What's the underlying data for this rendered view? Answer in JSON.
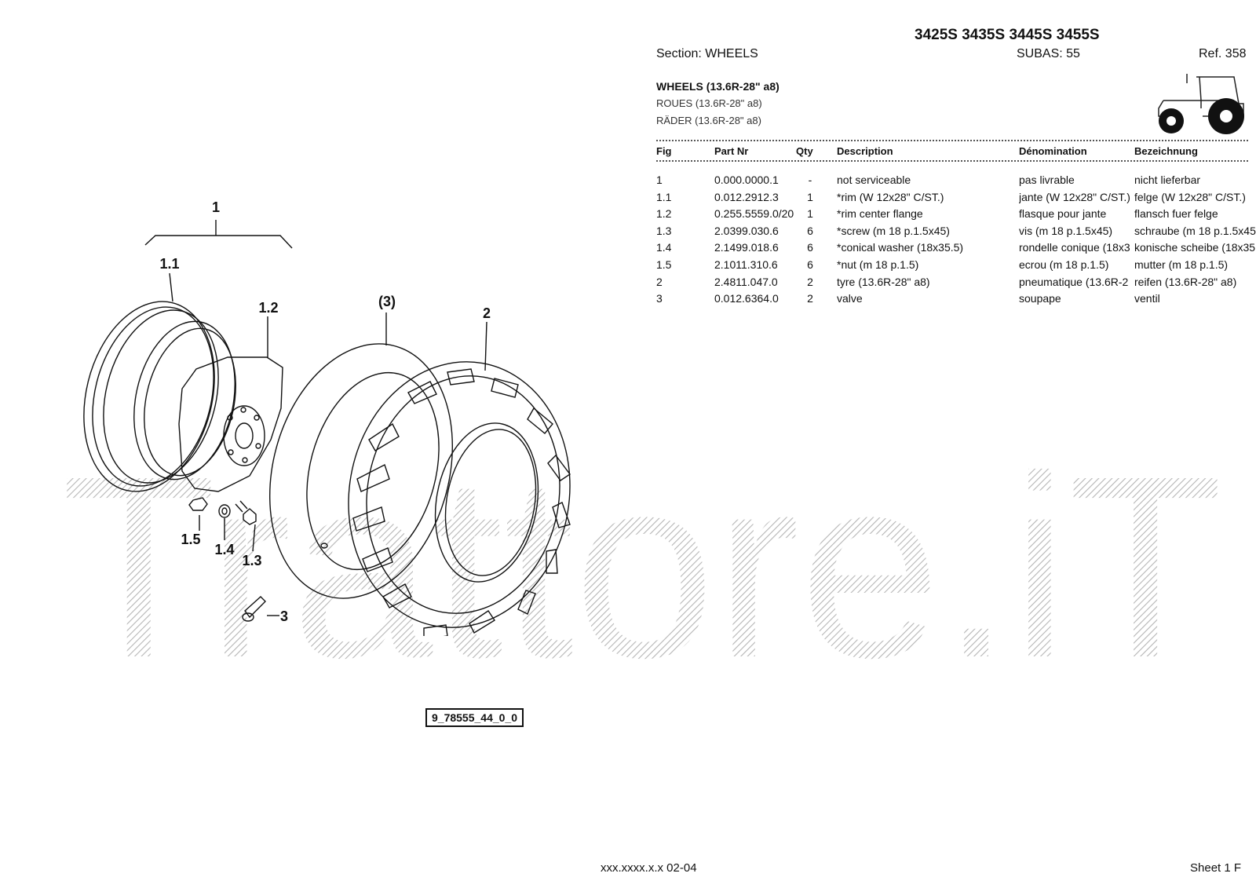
{
  "header": {
    "models": "3425S 3435S 3445S 3455S",
    "section": "Section: WHEELS",
    "subas": "SUBAS: 55",
    "ref": "Ref. 358"
  },
  "title": {
    "en": "WHEELS (13.6R-28\" a8)",
    "fr": "ROUES (13.6R-28\" a8)",
    "de": "RÄDER (13.6R-28\" a8)"
  },
  "table": {
    "columns": [
      "Fig",
      "Part Nr",
      "Qty",
      "Description",
      "Dénomination",
      "Bezeichnung"
    ],
    "rows": [
      {
        "fig": "1",
        "part": "0.000.0000.1",
        "qty": "-",
        "desc": "not serviceable",
        "den": "pas livrable",
        "bez": "nicht lieferbar"
      },
      {
        "fig": "1.1",
        "part": "0.012.2912.3",
        "qty": "1",
        "desc": "*rim (W 12x28\" C/ST.)",
        "den": "jante (W 12x28\" C/ST.)",
        "bez": "felge (W 12x28\" C/ST.)"
      },
      {
        "fig": "1.2",
        "part": "0.255.5559.0/20",
        "qty": "1",
        "desc": "*rim center flange",
        "den": "flasque pour jante",
        "bez": "flansch fuer felge"
      },
      {
        "fig": "1.3",
        "part": "2.0399.030.6",
        "qty": "6",
        "desc": "*screw (m 18 p.1.5x45)",
        "den": "vis (m 18 p.1.5x45)",
        "bez": "schraube (m 18 p.1.5x45"
      },
      {
        "fig": "1.4",
        "part": "2.1499.018.6",
        "qty": "6",
        "desc": "*conical washer (18x35.5)",
        "den": "rondelle conique (18x3",
        "bez": "konische scheibe (18x35"
      },
      {
        "fig": "1.5",
        "part": "2.1011.310.6",
        "qty": "6",
        "desc": "*nut (m 18 p.1.5)",
        "den": "ecrou (m 18 p.1.5)",
        "bez": "mutter (m 18 p.1.5)"
      },
      {
        "fig": "2",
        "part": "2.4811.047.0",
        "qty": "2",
        "desc": "tyre (13.6R-28\" a8)",
        "den": "pneumatique (13.6R-2",
        "bez": "reifen (13.6R-28\" a8)"
      },
      {
        "fig": "3",
        "part": "0.012.6364.0",
        "qty": "2",
        "desc": "valve",
        "den": "soupape",
        "bez": "ventil"
      }
    ]
  },
  "diagram": {
    "code": "9_78555_44_0_0",
    "callouts": {
      "c1": "1",
      "c11": "1.1",
      "c12": "1.2",
      "c3p": "(3)",
      "c2": "2",
      "c15": "1.5",
      "c14": "1.4",
      "c13": "1.3",
      "c3": "3"
    }
  },
  "watermark": "Trattore.iT",
  "footer": {
    "code": "xxx.xxxx.x.x  02-04",
    "sheet": "Sheet 1 F"
  }
}
